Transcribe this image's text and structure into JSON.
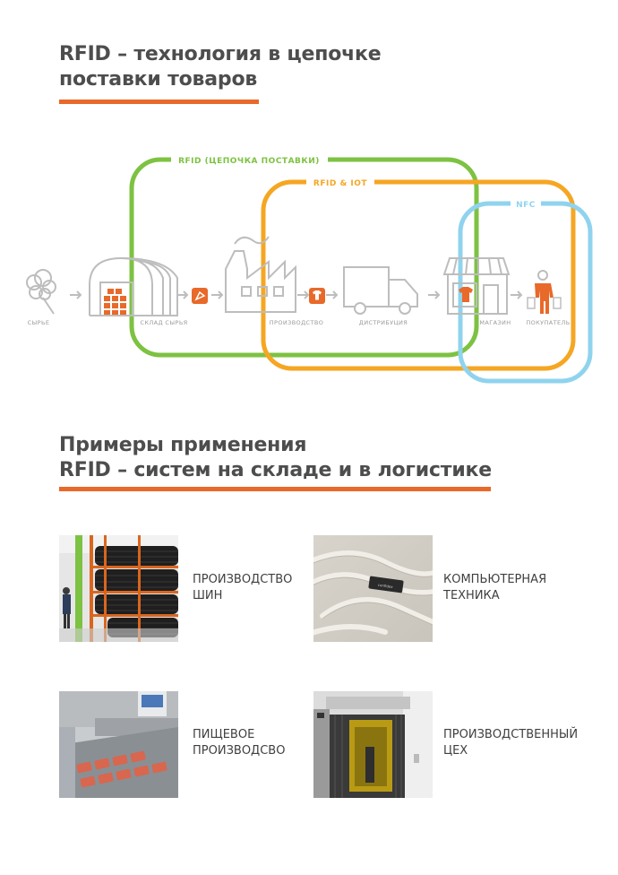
{
  "section1": {
    "title_line1": "RFID – технология в цепочке",
    "title_line2": "поставки товаров"
  },
  "diagram": {
    "loops": {
      "supply_chain": "RFID (ЦЕПОЧКА ПОСТАВКИ)",
      "iot": "RFID & IOT",
      "nfc": "NFC"
    },
    "stages": {
      "raw": "СЫРЬЕ",
      "raw_warehouse": "СКЛАД СЫРЬЯ",
      "production": "ПРОИЗВОДСТВО",
      "distribution": "ДИСТРИБУЦИЯ",
      "store": "МАГАЗИН",
      "buyer": "ПОКУПАТЕЛЬ"
    },
    "colors": {
      "green": "#7dc242",
      "orange": "#f5a623",
      "blue": "#8fd3ee",
      "accent": "#e8692a",
      "gray": "#bcbcbc"
    }
  },
  "section2": {
    "title_line1": "Примеры применения",
    "title_line2": "RFID – систем на складе и в логистике"
  },
  "examples": [
    {
      "line1": "ПРОИЗВОДСТВО",
      "line2": "ШИН",
      "image": "tire-warehouse"
    },
    {
      "line1": "КОМПЬЮТЕРНАЯ",
      "line2": "ТЕХНИКА",
      "image": "cable-rfid-tag"
    },
    {
      "line1": "ПИЩЕВОЕ",
      "line2": "ПРОИЗВОДСВО",
      "image": "food-packaging-line"
    },
    {
      "line1": "ПРОИЗВОДСТВЕННЫЙ",
      "line2": "ЦЕХ",
      "image": "production-shop-door"
    }
  ],
  "icons": [
    "cotton-icon",
    "warehouse-icon",
    "rfid-tag-icon",
    "factory-icon",
    "shirt-icon",
    "truck-icon",
    "store-icon",
    "shopper-icon",
    "arrow-icon"
  ]
}
